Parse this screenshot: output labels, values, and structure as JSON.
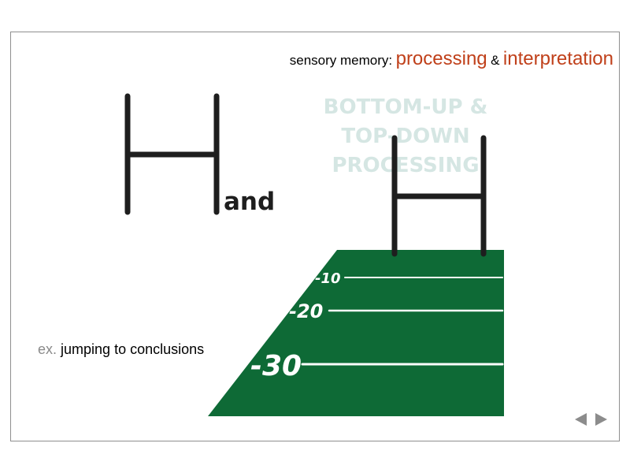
{
  "title": {
    "part1": "sensory memory:",
    "part2": "processing",
    "amp": "&",
    "part3": "interpretation"
  },
  "watermark": {
    "line1": "BOTTOM-UP &",
    "line2": "TOP-DOWN",
    "line3": "PROCESSING"
  },
  "figure": {
    "and_word": "and",
    "yard_lines": [
      "-10",
      "-20",
      "-30"
    ]
  },
  "example": {
    "prefix": "ex.",
    "text": "jumping to conclusions"
  },
  "nav": {
    "prev_icon": "triangle-left",
    "next_icon": "triangle-right"
  },
  "colors": {
    "accent": "#c0401a",
    "field": "#0e6a36",
    "post": "#1e1e1e",
    "watermark": "#d5e6e3",
    "nav": "#8c8c8c"
  }
}
